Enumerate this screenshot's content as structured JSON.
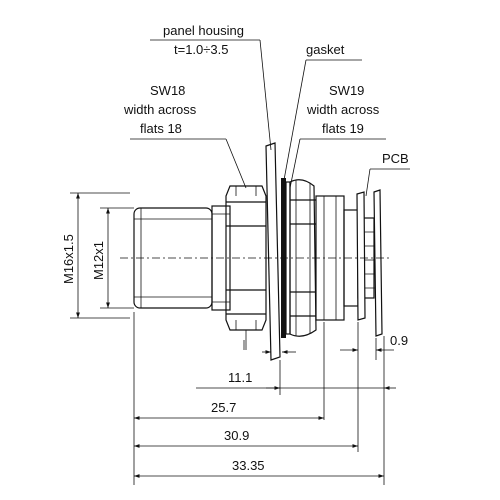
{
  "labels": {
    "panel_housing": "panel housing",
    "panel_thickness": "t=1.0÷3.5",
    "gasket": "gasket",
    "sw18_title": "SW18",
    "sw18_line1": "width across",
    "sw18_line2": "flats 18",
    "sw19_title": "SW19",
    "sw19_line1": "width across",
    "sw19_line2": "flats 19",
    "pcb": "PCB",
    "thread_outer": "M16x1.5",
    "thread_inner": "M12x1"
  },
  "dimensions": {
    "d_pcb": "0.9",
    "d_11_1": "11.1",
    "d_25_7": "25.7",
    "d_30_9": "30.9",
    "d_33_35": "33.35"
  }
}
